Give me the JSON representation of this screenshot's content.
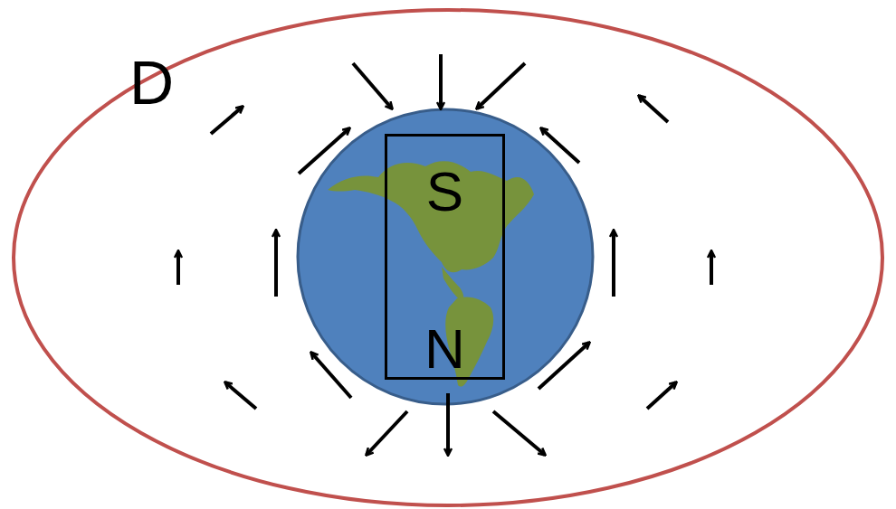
{
  "diagram": {
    "nodes": [
      {
        "text": [
          "D"
        ]
      },
      {
        "text": [
          "S",
          "N"
        ],
        "in": 0
      }
    ]
  }
}
